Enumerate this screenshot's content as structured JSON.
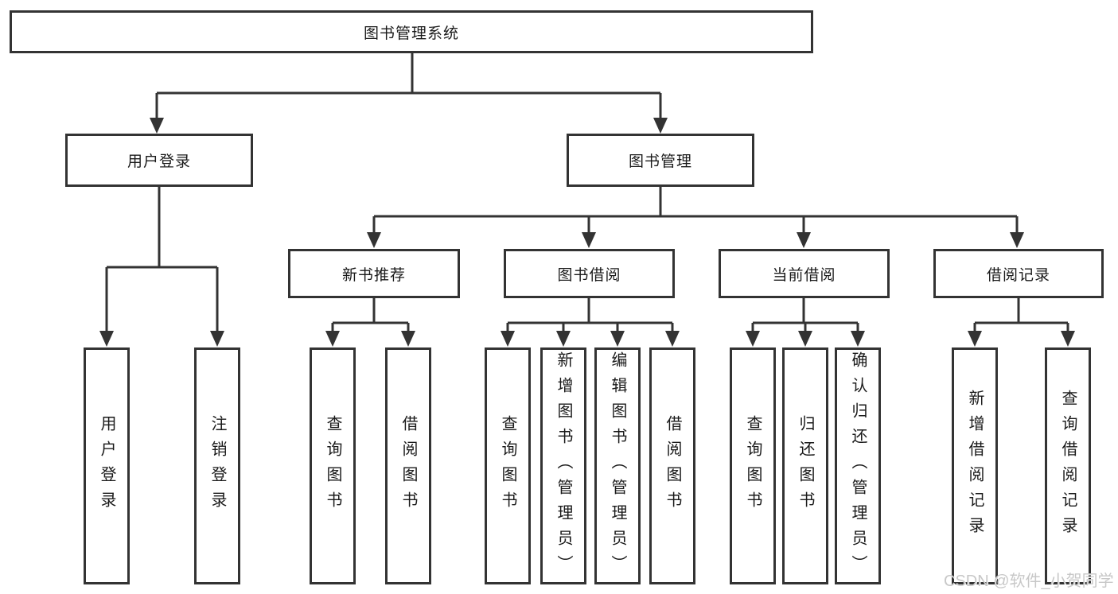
{
  "diagram": {
    "root": {
      "label": "图书管理系统"
    },
    "level2": [
      {
        "label": "用户登录"
      },
      {
        "label": "图书管理"
      }
    ],
    "level3": [
      {
        "label": "新书推荐",
        "parent": "图书管理"
      },
      {
        "label": "图书借阅",
        "parent": "图书管理"
      },
      {
        "label": "当前借阅",
        "parent": "图书管理"
      },
      {
        "label": "借阅记录",
        "parent": "图书管理"
      }
    ],
    "leaves": [
      {
        "label": "用户登录",
        "parent": "用户登录"
      },
      {
        "label": "注销登录",
        "parent": "用户登录"
      },
      {
        "label": "查询图书",
        "parent": "新书推荐"
      },
      {
        "label": "借阅图书",
        "parent": "新书推荐"
      },
      {
        "label": "查询图书",
        "parent": "图书借阅"
      },
      {
        "label": "新增图书（管理员）",
        "parent": "图书借阅"
      },
      {
        "label": "编辑图书（管理员）",
        "parent": "图书借阅"
      },
      {
        "label": "借阅图书",
        "parent": "图书借阅"
      },
      {
        "label": "查询图书",
        "parent": "当前借阅"
      },
      {
        "label": "归还图书",
        "parent": "当前借阅"
      },
      {
        "label": "确认归还（管理员）",
        "parent": "当前借阅"
      },
      {
        "label": "新增借阅记录",
        "parent": "借阅记录"
      },
      {
        "label": "查询借阅记录",
        "parent": "借阅记录"
      }
    ]
  },
  "watermark": {
    "text": "CSDN @软件_小贺同学"
  },
  "colors": {
    "line": "#333333",
    "text": "#1a1a1a",
    "watermark": "#c8c8c8",
    "background": "#ffffff"
  }
}
